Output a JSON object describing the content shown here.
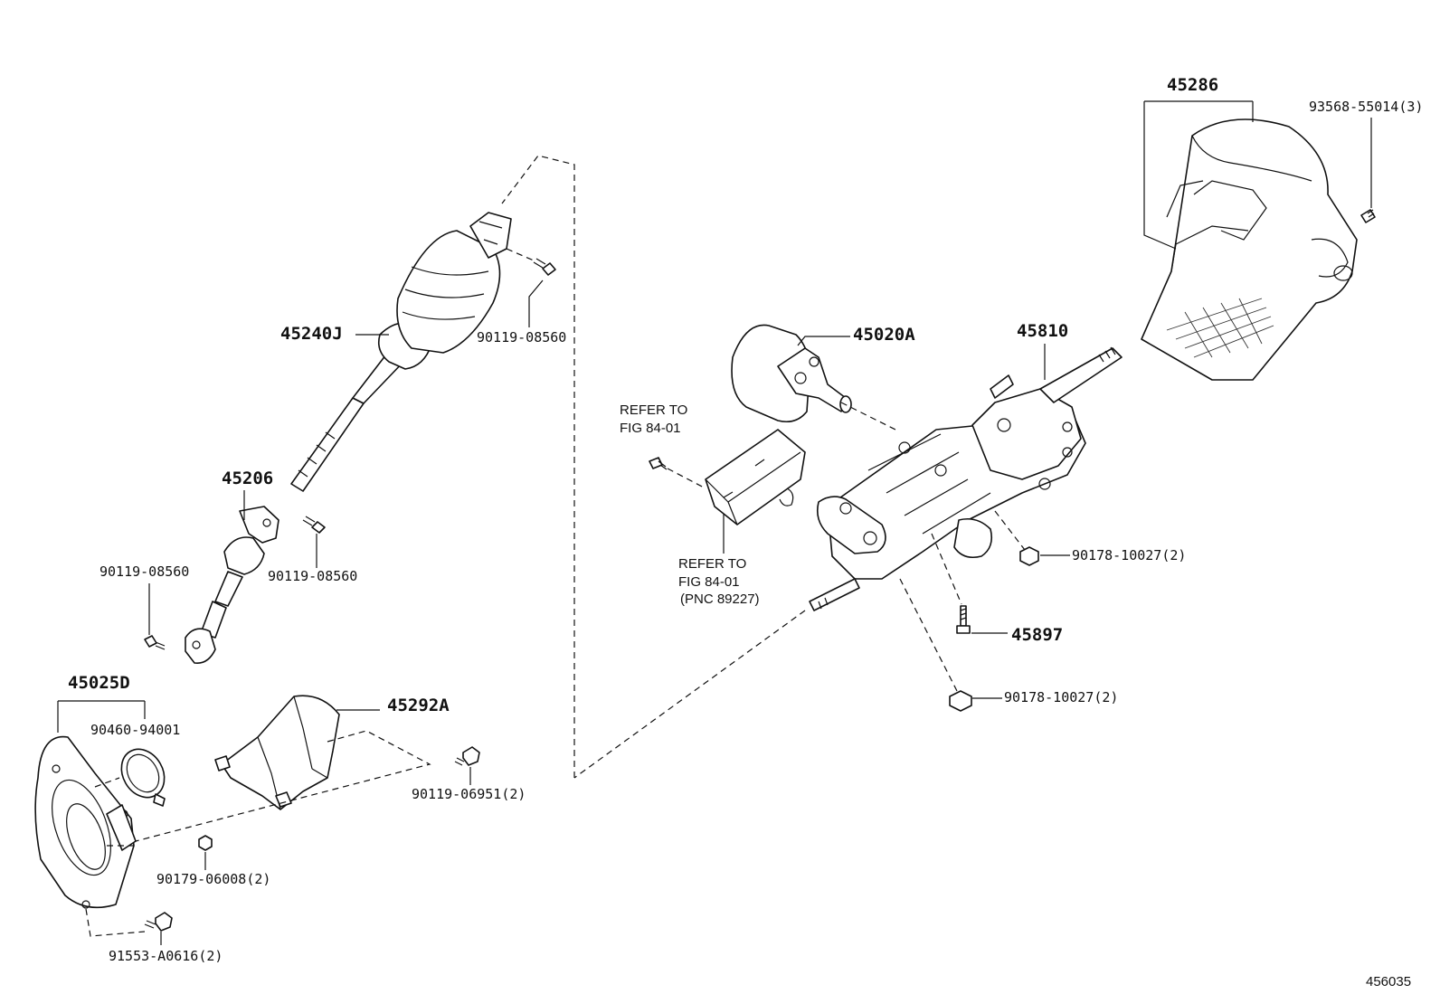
{
  "labels": {
    "p45286": "45286",
    "p93568": "93568-55014(3)",
    "p45020A": "45020A",
    "p45810": "45810",
    "p45240J": "45240J",
    "p90119_a": "90119-08560",
    "p45206": "45206",
    "p90119_b": "90119-08560",
    "p90119_c": "90119-08560",
    "p45025D": "45025D",
    "p90460": "90460-94001",
    "p45292A": "45292A",
    "p90119_06951": "90119-06951(2)",
    "p90179": "90179-06008(2)",
    "p91553": "91553-A0616(2)",
    "p90178_a": "90178-10027(2)",
    "p45897": "45897",
    "p90178_b": "90178-10027(2)",
    "refer1_line1": "REFER TO",
    "refer1_line2": "FIG 84-01",
    "refer2_line1": "REFER TO",
    "refer2_line2": "FIG 84-01",
    "refer2_line3": "(PNC 89227)",
    "figure_number": "456035"
  }
}
